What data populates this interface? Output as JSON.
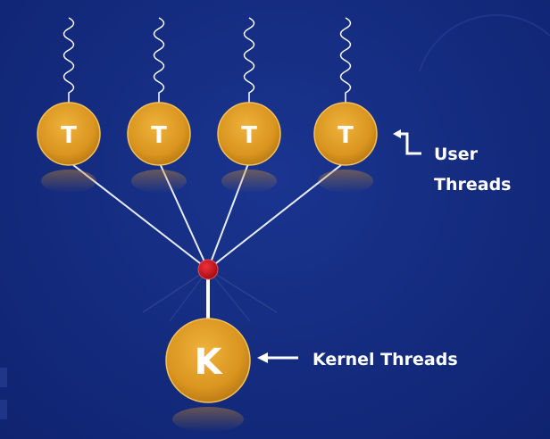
{
  "user_threads": [
    {
      "label": "T"
    },
    {
      "label": "T"
    },
    {
      "label": "T"
    },
    {
      "label": "T"
    }
  ],
  "kernel_thread": {
    "label": "K"
  },
  "labels": {
    "user_line1": "User",
    "user_line2": "Threads",
    "kernel": "Kernel Threads"
  },
  "colors": {
    "background": "#142b7e",
    "node_fill": "#dd9a22",
    "node_stroke": "#f2c15a",
    "junction": "#c4101a",
    "line": "#e8ecf6"
  }
}
